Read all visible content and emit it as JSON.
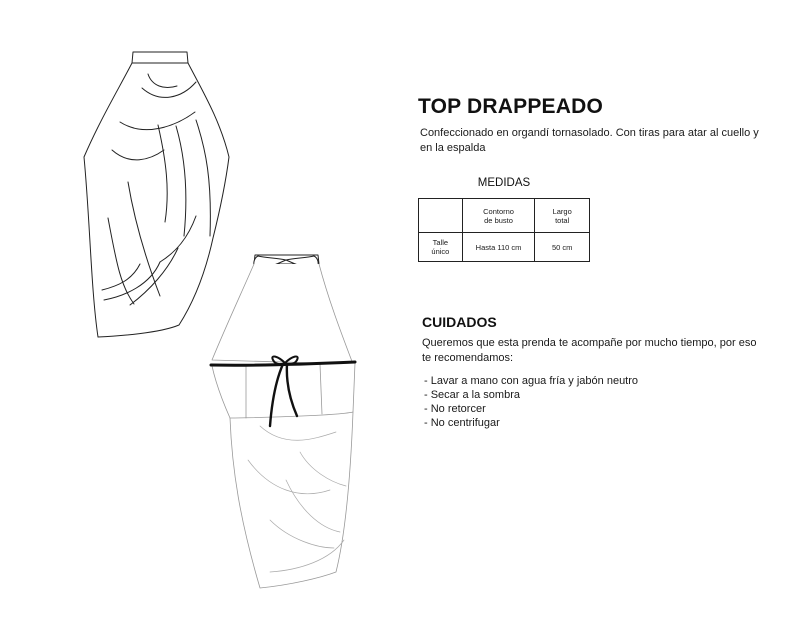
{
  "product": {
    "title": "TOP DRAPPEADO",
    "description": "Confeccionado en organdí tornasolado. Con tiras para atar al cuello y en la espalda"
  },
  "measures": {
    "heading": "MEDIDAS",
    "columns": [
      "",
      "Contorno\nde busto",
      "Largo\ntotal"
    ],
    "rows": [
      [
        "Talle\núnico",
        "Hasta 110 cm",
        "50 cm"
      ]
    ]
  },
  "care": {
    "heading": "CUIDADOS",
    "intro": "Queremos que esta prenda te acompañe por mucho tiempo, por eso te recomendamos:",
    "items": [
      "- Lavar a mano con agua fría y jabón neutro",
      "- Secar a la sombra",
      "- No retorcer",
      "- No centrifugar"
    ]
  },
  "colors": {
    "line": "#222222",
    "text": "#1a1a1a",
    "background": "#ffffff"
  }
}
